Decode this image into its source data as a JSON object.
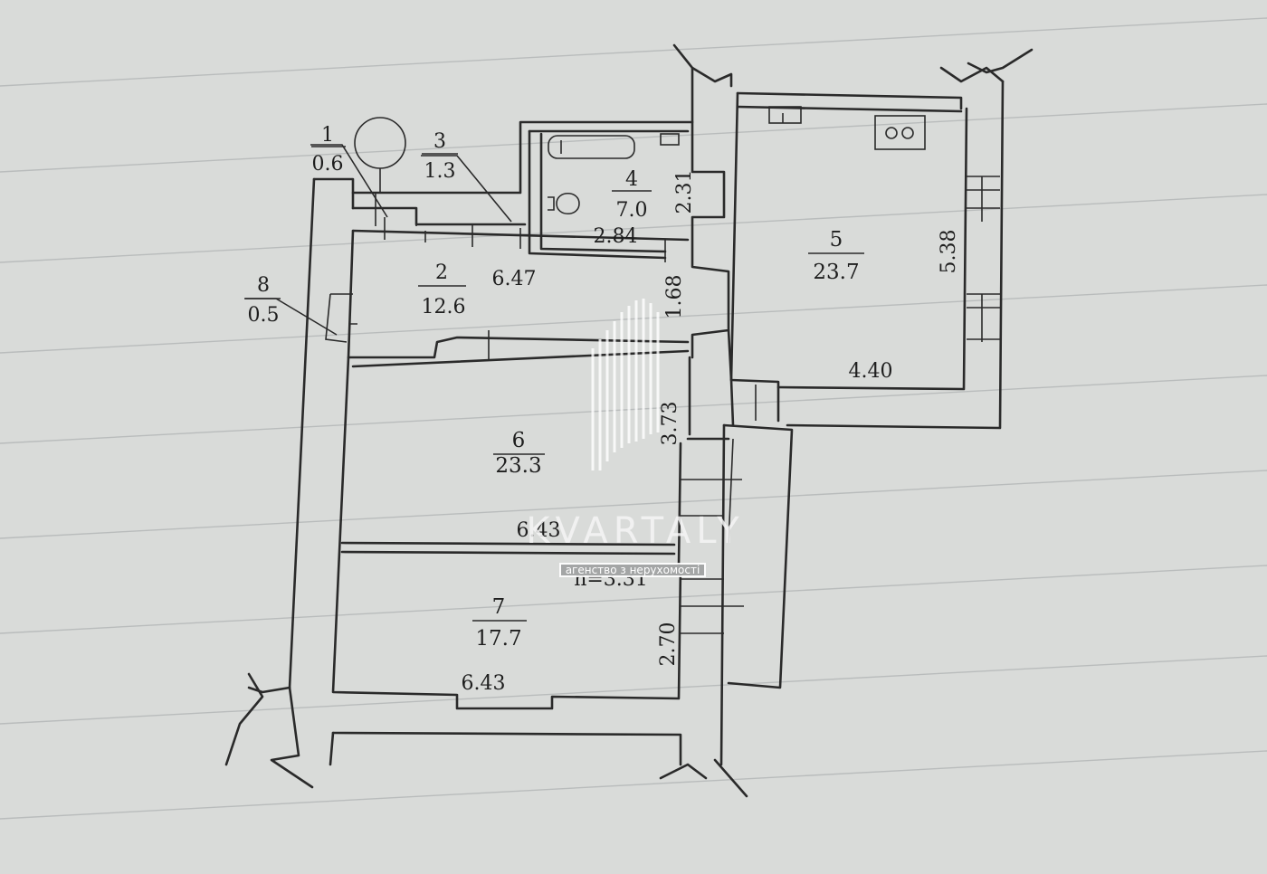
{
  "rooms": [
    {
      "number": "1",
      "area": "0.6"
    },
    {
      "number": "2",
      "area": "12.6"
    },
    {
      "number": "3",
      "area": "1.3"
    },
    {
      "number": "4",
      "area": "7.0"
    },
    {
      "number": "5",
      "area": "23.7"
    },
    {
      "number": "6",
      "area": "23.3"
    },
    {
      "number": "7",
      "area": "17.7"
    },
    {
      "number": "8",
      "area": "0.5"
    }
  ],
  "dimensions": {
    "room2_width": "6.47",
    "room4_height": "2.31",
    "room4_width": "2.84",
    "room2_height": "1.68",
    "room5_height": "5.38",
    "room5_width": "4.40",
    "room6_height": "3.73",
    "room6_width": "6.43",
    "room7_height": "2.70",
    "room7_width": "6.43",
    "ceiling_height": "h=3.31"
  },
  "watermark": {
    "brand": "KVARTALY",
    "subtitle": "агенство з нерухомості"
  }
}
